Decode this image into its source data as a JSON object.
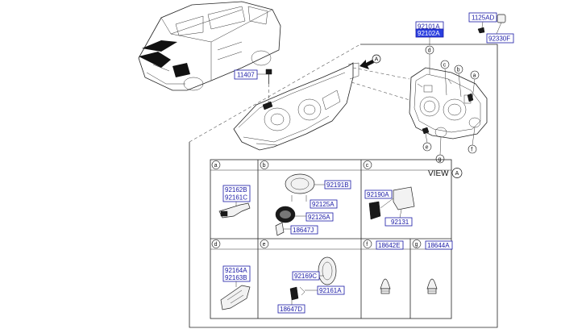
{
  "main_labels": {
    "assembly_top": "92101A",
    "assembly_bottom": "92102A",
    "bolt": "1125AD",
    "screw": "11407",
    "cap": "92330F"
  },
  "view": {
    "text": "VIEW",
    "letter": "A"
  },
  "arrow_letter": "A",
  "callouts": [
    "a",
    "b",
    "c",
    "d",
    "e",
    "f",
    "g"
  ],
  "panels": {
    "a": {
      "letter": "a",
      "labels": [
        "92162B",
        "92161C"
      ]
    },
    "b": {
      "letter": "b",
      "labels": [
        "92191B",
        "92125A",
        "92126A",
        "18647J"
      ]
    },
    "c": {
      "letter": "c",
      "labels": [
        "92190A",
        "92131"
      ]
    },
    "d": {
      "letter": "d",
      "labels": [
        "92164A",
        "92163B"
      ]
    },
    "e": {
      "letter": "e",
      "labels": [
        "92169C",
        "92161A",
        "18647D"
      ]
    },
    "f": {
      "letter": "f",
      "labels": [
        "18642E"
      ]
    },
    "g": {
      "letter": "g",
      "labels": [
        "18644A"
      ]
    }
  }
}
